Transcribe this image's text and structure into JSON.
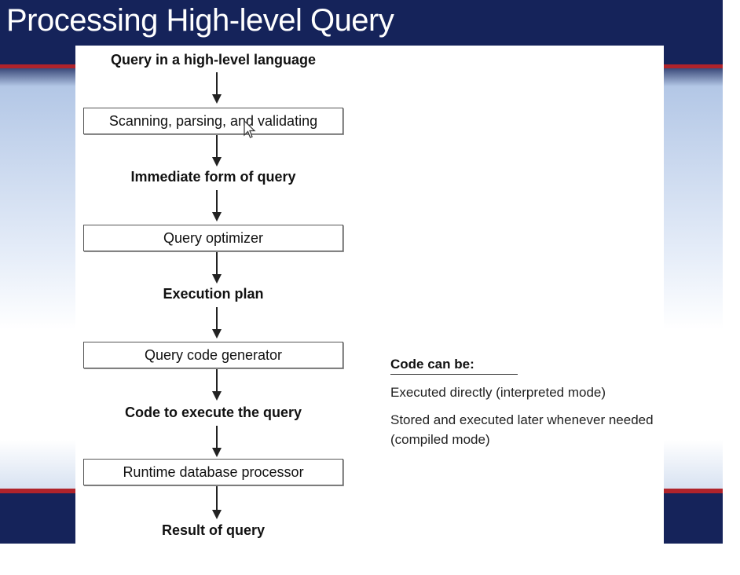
{
  "title": "Processing High-level Query",
  "flow": {
    "input_label": "Query in a high-level language",
    "step1": "Scanning, parsing, and validating",
    "intermediate_label": "Immediate form of query",
    "step2": "Query optimizer",
    "plan_label": "Execution plan",
    "step3": "Query code generator",
    "code_label": "Code to execute the query",
    "step4": "Runtime database processor",
    "result_label": "Result of query"
  },
  "note": {
    "heading": "Code can be:",
    "item1": "Executed directly (interpreted mode)",
    "item2": "Stored and executed later whenever needed (compiled mode)"
  },
  "colors": {
    "header_navy": "#15235a",
    "accent_red": "#b0232b"
  },
  "icons": [
    "mouse-pointer-icon"
  ]
}
